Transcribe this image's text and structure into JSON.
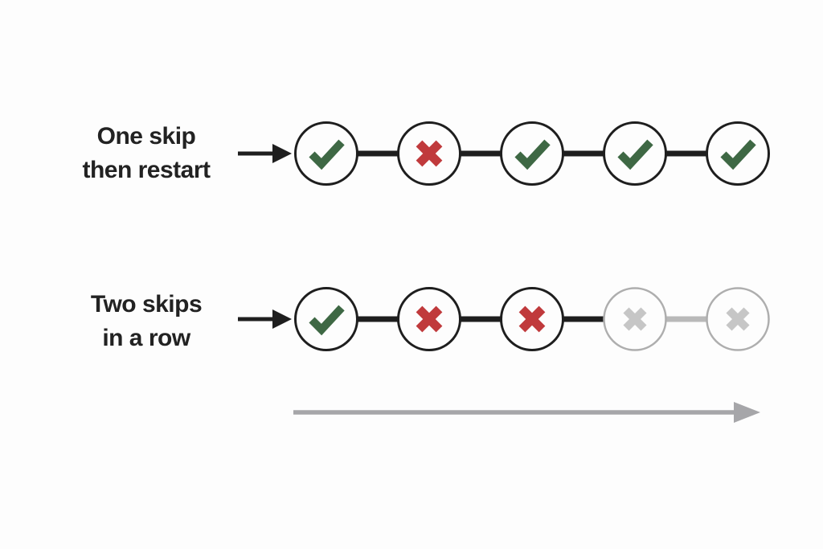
{
  "diagram": {
    "name": "habit-streak-skip-diagram",
    "rows": [
      {
        "id": "one-skip",
        "label_line1": "One skip",
        "label_line2": "then restart",
        "steps": [
          {
            "icon": "check",
            "muted": false
          },
          {
            "icon": "cross",
            "muted": false
          },
          {
            "icon": "check",
            "muted": false
          },
          {
            "icon": "check",
            "muted": false
          },
          {
            "icon": "check",
            "muted": false
          }
        ]
      },
      {
        "id": "two-skips",
        "label_line1": "Two skips",
        "label_line2": "in a row",
        "steps": [
          {
            "icon": "check",
            "muted": false
          },
          {
            "icon": "cross",
            "muted": false
          },
          {
            "icon": "cross",
            "muted": false
          },
          {
            "icon": "cross",
            "muted": true
          },
          {
            "icon": "cross",
            "muted": true
          }
        ]
      }
    ],
    "icons": {
      "pointer": "arrow-right-icon",
      "timeline": "arrow-right-icon",
      "step_success": "check-icon",
      "step_fail": "cross-icon"
    },
    "colors": {
      "black": "#1e1e1e",
      "text": "#222222",
      "check_green": "#3e6844",
      "cross_red": "#c03a3c",
      "muted_icon": "#c6c6c6",
      "muted_stroke": "#aeaeae",
      "muted_connector": "#b9b9b9",
      "timeline_gray": "#a6a6a9",
      "circle_fill": "#fdfdfd"
    }
  }
}
